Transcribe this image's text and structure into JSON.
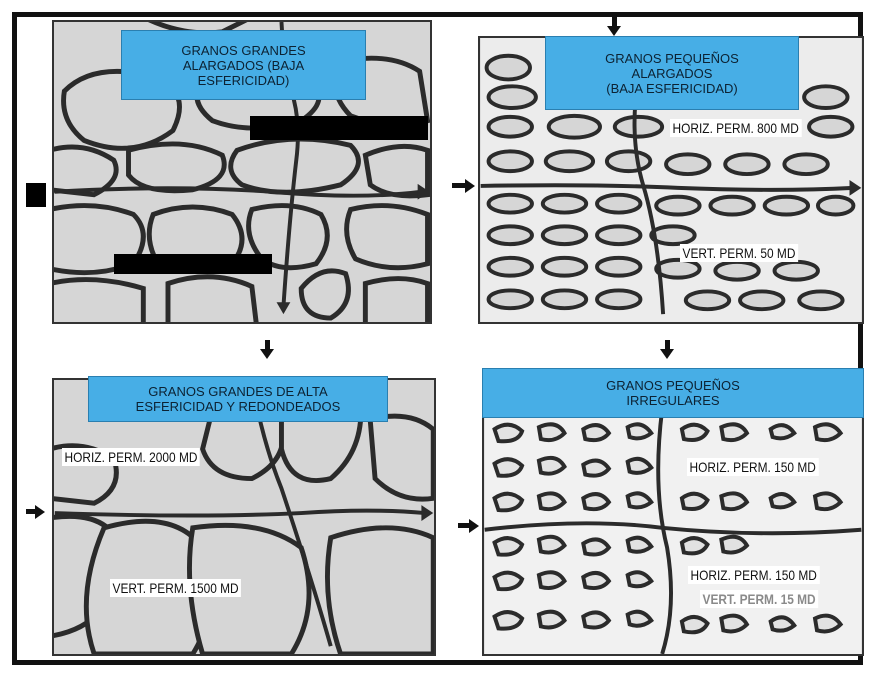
{
  "panels": {
    "top_left": {
      "title_lines": [
        "GRANOS GRANDES",
        "ALARGADOS (BAJA",
        "ESFERICIDAD)"
      ]
    },
    "top_right": {
      "title_lines": [
        "GRANOS PEQUEÑOS",
        "ALARGADOS",
        "(BAJA ESFERICIDAD)"
      ],
      "horiz_label": "HORIZ. PERM. 800 MD",
      "vert_label": "VERT. PERM. 50 MD"
    },
    "bottom_left": {
      "title_lines": [
        "GRANOS GRANDES DE ALTA",
        "ESFERICIDAD Y REDONDEADOS"
      ],
      "horiz_label": "HORIZ. PERM. 2000 MD",
      "vert_label": "VERT. PERM. 1500 MD"
    },
    "bottom_right": {
      "title_lines": [
        "GRANOS PEQUEÑOS",
        "IRREGULARES"
      ],
      "horiz_label_1": "HORIZ. PERM. 150 MD",
      "horiz_label_2": "HORIZ. PERM. 150 MD",
      "vert_label": "VERT. PERM. 15 MD"
    }
  },
  "colors": {
    "title_bg": "#47aee6",
    "grain_fill": "#d6d6d6",
    "grain_stroke": "#2b2b2b",
    "frame": "#111111"
  }
}
